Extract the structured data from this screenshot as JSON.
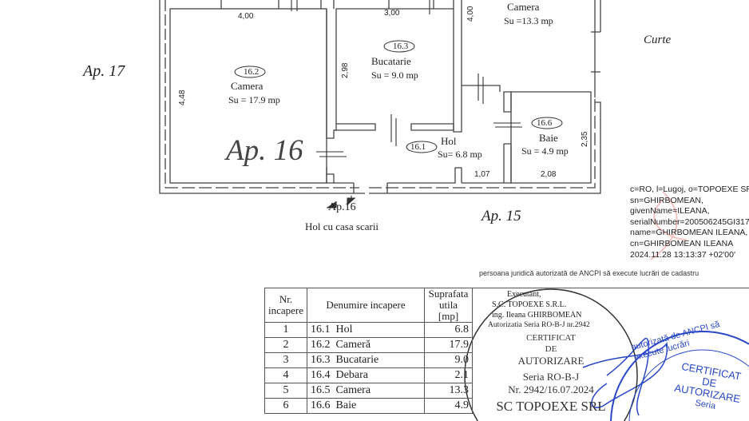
{
  "plan": {
    "labels": {
      "ap17": "Ap. 17",
      "ap16": "Ap. 16",
      "ap15": "Ap. 15",
      "curte": "Curte",
      "ap16_entry": "Ap.16",
      "stair": "Hol cu casa scarii"
    },
    "rooms": [
      {
        "id": "16.1",
        "name": "Hol",
        "area": "Su= 6.8 mp"
      },
      {
        "id": "16.2",
        "name": "Camera",
        "area": "Su = 17.9 mp"
      },
      {
        "id": "16.3",
        "name": "Bucatarie",
        "area": "Su = 9.0 mp"
      },
      {
        "name": "Camera",
        "area": "Su =13.3 mp"
      },
      {
        "id": "16.6",
        "name": "Baie",
        "area": "Su = 4.9 mp"
      }
    ],
    "dimensions": {
      "d1": "4,00",
      "d2": "3,00",
      "d3": "4,00",
      "d4": "2,98",
      "d5": "4,48",
      "d6": "2,35",
      "d7": "1,07",
      "d8": "2,08"
    }
  },
  "signature": {
    "lines": [
      "c=RO, l=Lugoj, o=TOPOEXE SRL,",
      "sn=GHIRBOMEAN,",
      "givenName=ILEANA,",
      "serialNumber=200506245GI317,",
      "name=GHIRBOMEAN ILEANA,",
      "cn=GHIRBOMEAN ILEANA",
      "2024.11.28 13:13:37 +02'00'"
    ]
  },
  "table": {
    "headers": [
      "Nr. incapere",
      "Denumire incapere",
      "Suprafata utila [mp]"
    ],
    "rows": [
      {
        "nr": "1",
        "name": "16.1  Hol",
        "area": "6.8"
      },
      {
        "nr": "2",
        "name": "16.2  Cameră",
        "area": "17.9"
      },
      {
        "nr": "3",
        "name": "16.3  Bucatarie",
        "area": "9.0"
      },
      {
        "nr": "4",
        "name": "16.4  Debara",
        "area": "2.1"
      },
      {
        "nr": "5",
        "name": "16.5  Camera",
        "area": "13.3"
      },
      {
        "nr": "6",
        "name": "16.6  Baie",
        "area": "4.9"
      }
    ]
  },
  "executant": {
    "l1": "Executant,",
    "l2": "S.C. TOPOEXE S.R.L.",
    "l3": "ing. Ileana GHIRBOMEAN",
    "l4": "Autorizatia Seria RO-B-J nr.2942"
  },
  "stamp_black": {
    "top": "persoana juridică autorizată de ANCPI să execute lucrări de cadastru",
    "c1": "CERTIFICAT",
    "c2": "DE",
    "c3": "AUTORIZARE",
    "c4": "Seria  RO-B-J",
    "c5": "Nr. 2942/16.07.2024",
    "c6": "SC TOPOEXE SRL"
  },
  "stamp_blue": {
    "top": "autorizată de ANCPI să execute lucrări",
    "c1": "CERTIFICAT",
    "c2": "DE",
    "c3": "AUTORIZARE",
    "c4": "Seria"
  },
  "colors": {
    "stamp_blue": "#2a47c8",
    "ink": "#222222",
    "watermark": "#f2c3c3"
  }
}
